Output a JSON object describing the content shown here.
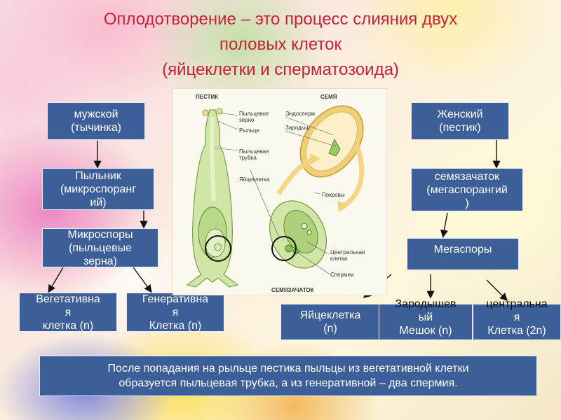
{
  "title": {
    "line1": "Оплодотворение – это процесс слияния двух",
    "line2": "половых клеток",
    "line3": "(яйцеклетки и сперматозоида)"
  },
  "left": {
    "male": [
      "мужской",
      "(тычинка)"
    ],
    "anther": [
      "Пыльник",
      "(микроспоранг",
      "ий)"
    ],
    "microspores": [
      "Микроспоры",
      "(пыльцевые",
      "зерна)"
    ],
    "vegetative": [
      "Вегетативна",
      "я",
      "клетка (n)"
    ],
    "generative": [
      "Генеративна",
      "я",
      "Клетка (n)"
    ]
  },
  "right": {
    "female": [
      "Женский",
      "(пестик)"
    ],
    "ovule": [
      "семязачаток",
      "(мегаспорангий",
      ")"
    ],
    "megaspores": [
      "Мегаспоры"
    ],
    "egg": [
      "Яйцеклетка",
      "(n)"
    ],
    "embryo_sac": [
      "Зародышев",
      "ый",
      "Мешок (n)"
    ],
    "central": [
      "центральна",
      "я",
      "Клетка (2n)"
    ]
  },
  "figure": {
    "heading_pistil": "ПЕСТИК",
    "heading_seed": "СЕМЯ",
    "heading_ovule": "СЕМЯЗАЧАТОК",
    "pollen_grain": [
      "Пыльцевое",
      "зерно"
    ],
    "stigma": "Рыльце",
    "pollen_tube": [
      "Пыльцевая",
      "трубка"
    ],
    "egg_cell": "Яйцеклетка",
    "endosperm": "Эндосперм",
    "embryo": "Зародыш",
    "coat": "Покровы",
    "central_cell": [
      "Центральная",
      "клетка"
    ],
    "sperms": "Спермии"
  },
  "summary": {
    "line1": "После попадания на рыльце пестика пыльцы из вегетативной клетки",
    "line2": "образуется пыльцевая трубка,  а из генеративной – два спермия."
  },
  "colors": {
    "title": "#c8203a",
    "box_fill": "#3c5e99",
    "box_text": "#ffffff",
    "figure_green": "#cfe6a6",
    "figure_yellow": "#f4d68a"
  }
}
